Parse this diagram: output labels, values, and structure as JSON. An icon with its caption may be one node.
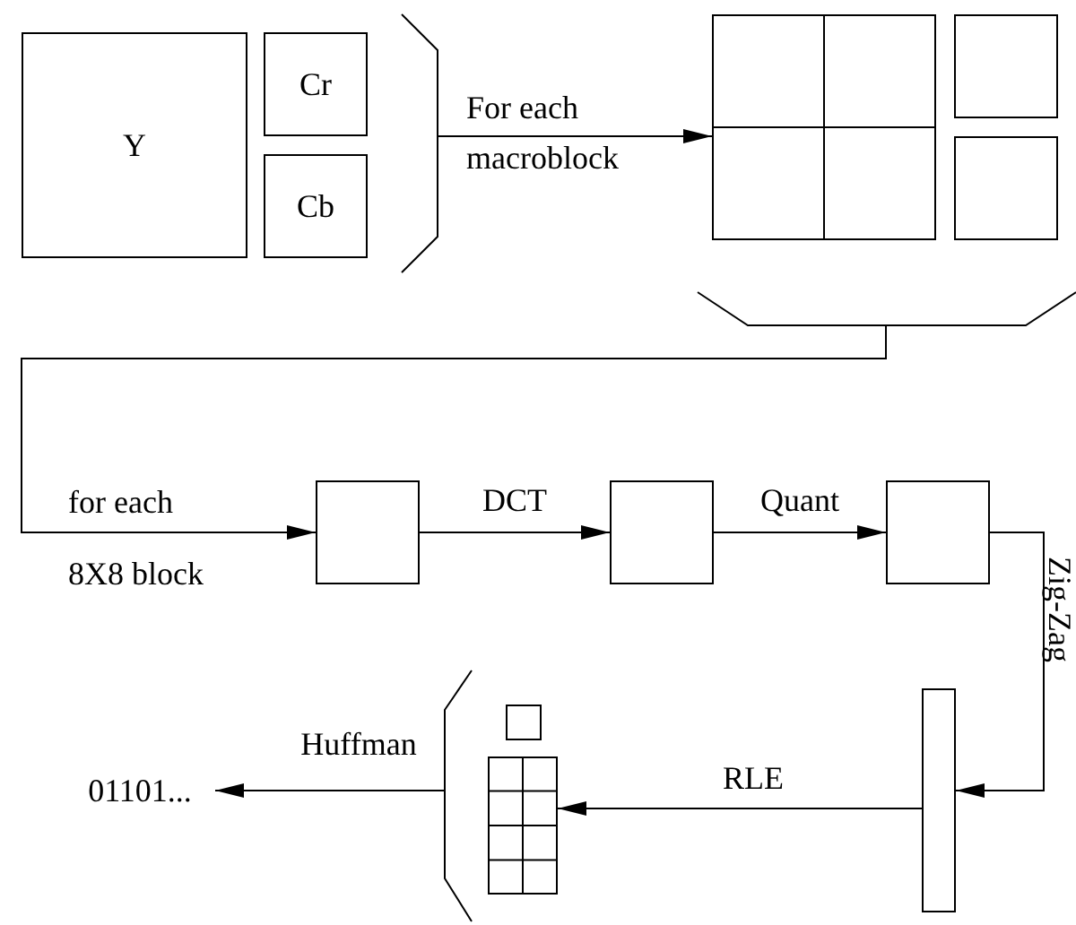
{
  "diagram": {
    "nodes": [
      {
        "text": [
          "Y"
        ]
      },
      {
        "text": [
          "Cr"
        ]
      },
      {
        "text": [
          "Cb"
        ]
      },
      {
        "text": [],
        "shape": "bracket"
      },
      {
        "text": [],
        "shape": "grid"
      },
      {
        "text": [],
        "shape": "box"
      },
      {
        "text": [],
        "shape": "box"
      },
      {
        "text": [],
        "shape": "bracket"
      },
      {
        "text": [],
        "shape": "box"
      },
      {
        "text": [],
        "shape": "box"
      },
      {
        "text": [],
        "shape": "box"
      },
      {
        "text": [],
        "shape": "bar"
      },
      {
        "text": [],
        "shape": "box"
      },
      {
        "text": [],
        "shape": "grid"
      },
      {
        "text": [],
        "shape": "bracket"
      },
      {
        "text": [
          "01101..."
        ]
      }
    ],
    "edges": [
      {
        "from": 3,
        "to": 4,
        "arrow": "to",
        "label": "For each macroblock"
      },
      {
        "from": 7,
        "to": 8,
        "arrow": "to",
        "label": "for each 8X8 block"
      },
      {
        "from": 8,
        "to": 9,
        "arrow": "to",
        "label": "DCT"
      },
      {
        "from": 9,
        "to": 10,
        "arrow": "to",
        "label": "Quant"
      },
      {
        "from": 10,
        "to": 11,
        "arrow": "to",
        "label": "Zig-Zag"
      },
      {
        "from": 11,
        "to": 13,
        "arrow": "to",
        "label": "RLE"
      },
      {
        "from": 14,
        "to": 15,
        "arrow": "to",
        "label": "Huffman"
      }
    ]
  }
}
